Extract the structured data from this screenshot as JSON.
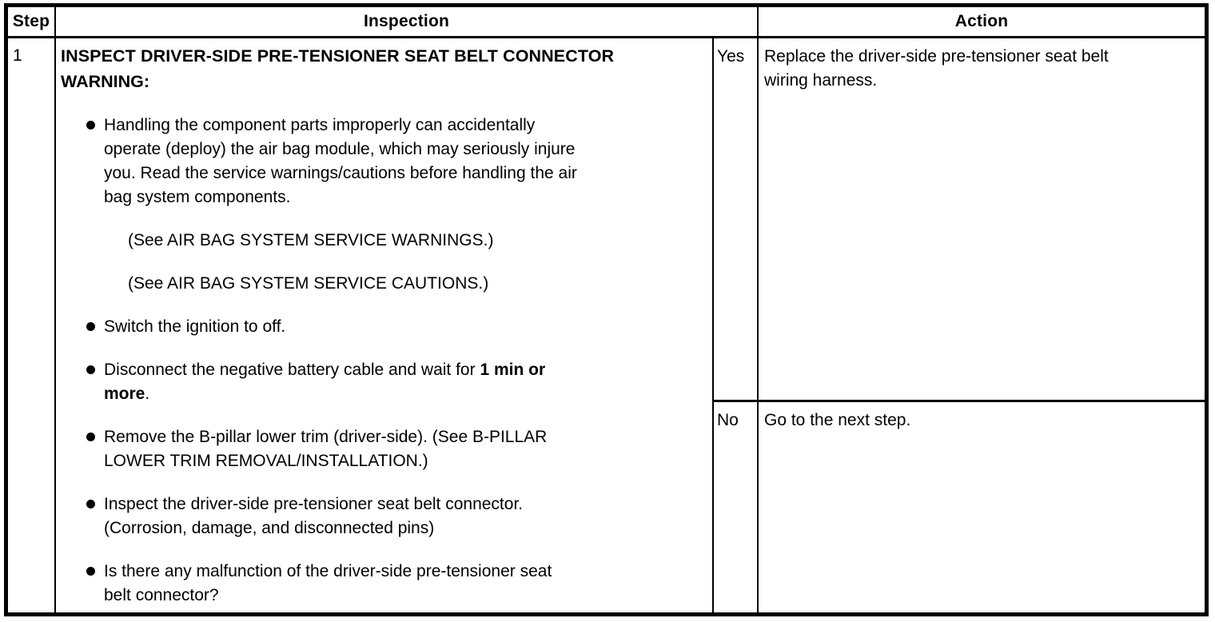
{
  "colors": {
    "text": "#000000",
    "border": "#000000",
    "background": "#ffffff"
  },
  "table": {
    "headers": {
      "step": "Step",
      "inspection": "Inspection",
      "action": "Action"
    },
    "row": {
      "step": "1",
      "inspection": {
        "title": "INSPECT DRIVER-SIDE PRE-TENSIONER SEAT BELT CONNECTOR",
        "warning_label": "WARNING:",
        "items": [
          {
            "type": "bullet",
            "text": "Handling the component parts improperly can accidentally\noperate (deploy) the air bag module, which may seriously injure\nyou. Read the service warnings/cautions before handling the air\nbag system components."
          },
          {
            "type": "note",
            "text": "(See AIR BAG SYSTEM SERVICE WARNINGS.)"
          },
          {
            "type": "note",
            "text": "(See AIR BAG SYSTEM SERVICE CAUTIONS.)"
          },
          {
            "type": "bullet",
            "text": "Switch the ignition to off."
          },
          {
            "type": "bullet",
            "pre": "Disconnect the negative battery cable and wait for ",
            "bold": "1 min or\nmore",
            "post": "."
          },
          {
            "type": "bullet",
            "text": "Remove the B-pillar lower trim (driver-side). (See B-PILLAR\nLOWER TRIM REMOVAL/INSTALLATION.)"
          },
          {
            "type": "bullet",
            "text": "Inspect the driver-side pre-tensioner seat belt connector.\n(Corrosion, damage, and disconnected pins)"
          },
          {
            "type": "bullet",
            "text": "Is there any malfunction of the driver-side pre-tensioner seat\nbelt connector?"
          }
        ]
      },
      "results": [
        {
          "label": "Yes",
          "action": "Replace the driver-side pre-tensioner seat belt\nwiring harness."
        },
        {
          "label": "No",
          "action": "Go to the next step."
        }
      ]
    }
  }
}
